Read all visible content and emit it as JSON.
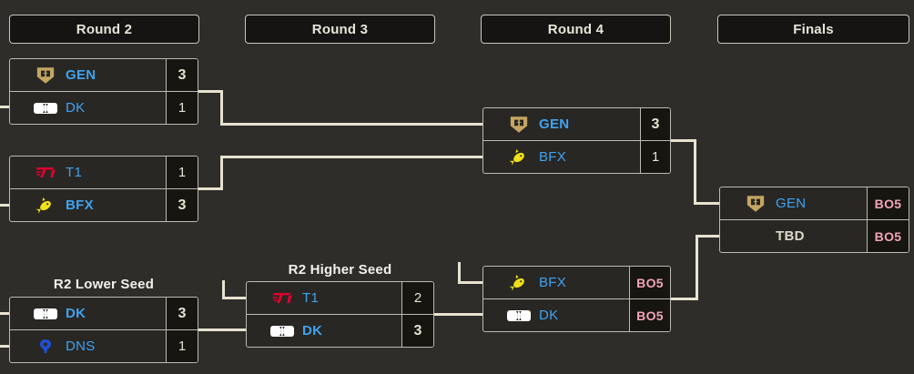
{
  "page": {
    "background": "#2f2d2a"
  },
  "headers": [
    {
      "label": "Round 2"
    },
    {
      "label": "Round 3"
    },
    {
      "label": "Round 4"
    },
    {
      "label": "Finals"
    }
  ],
  "section_labels": {
    "higher_seed": "R2 Higher Seed",
    "lower_seed": "R2 Lower Seed"
  },
  "matches": [
    {
      "name": "round2-upper",
      "teams": [
        {
          "name": "GEN",
          "logo": "gen-shield-icon",
          "score": "3",
          "winner": true
        },
        {
          "name": "DK",
          "logo": "dk-logo-icon",
          "score": "1",
          "winner": false
        }
      ]
    },
    {
      "name": "round2-lower",
      "teams": [
        {
          "name": "T1",
          "logo": "t1-logo-icon",
          "score": "1",
          "winner": false
        },
        {
          "name": "BFX",
          "logo": "bfx-rocket-icon",
          "score": "3",
          "winner": true
        }
      ]
    },
    {
      "name": "round4-upper",
      "teams": [
        {
          "name": "GEN",
          "logo": "gen-shield-icon",
          "score": "3",
          "winner": true
        },
        {
          "name": "BFX",
          "logo": "bfx-rocket-icon",
          "score": "1",
          "winner": false
        }
      ]
    },
    {
      "name": "finals",
      "teams": [
        {
          "name": "GEN",
          "logo": "gen-shield-icon",
          "score": "BO5",
          "winner": false
        },
        {
          "name": "TBD",
          "logo": null,
          "score": "BO5",
          "winner": false
        }
      ]
    },
    {
      "name": "r2-higher-seed",
      "teams": [
        {
          "name": "T1",
          "logo": "t1-logo-icon",
          "score": "2",
          "winner": false
        },
        {
          "name": "DK",
          "logo": "dk-logo-icon",
          "score": "3",
          "winner": true
        }
      ]
    },
    {
      "name": "r2-lower-seed",
      "teams": [
        {
          "name": "DK",
          "logo": "dk-logo-icon",
          "score": "3",
          "winner": true
        },
        {
          "name": "DNS",
          "logo": "dns-logo-icon",
          "score": "1",
          "winner": false
        }
      ]
    },
    {
      "name": "round4-lower",
      "teams": [
        {
          "name": "BFX",
          "logo": "bfx-rocket-icon",
          "score": "BO5",
          "winner": false
        },
        {
          "name": "DK",
          "logo": "dk-logo-icon",
          "score": "BO5",
          "winner": false
        }
      ]
    }
  ],
  "colors": {
    "team_name_blue": "#3fa3f2",
    "bo5_pink": "#f2a4b8",
    "connector": "#e8e3d0",
    "score_cell_bg": "#16150f",
    "header_bg": "#151412",
    "header_text": "#e8e5d9",
    "match_bg": "#282724",
    "border": "#bdbab1",
    "gen_gold": "#c4a562",
    "t1_red": "#e2012d",
    "bfx_yellow": "#f0e019",
    "dns_blue": "#1e4fd6",
    "dk_white": "#ffffff",
    "tbd_text": "#dbd7ca"
  }
}
